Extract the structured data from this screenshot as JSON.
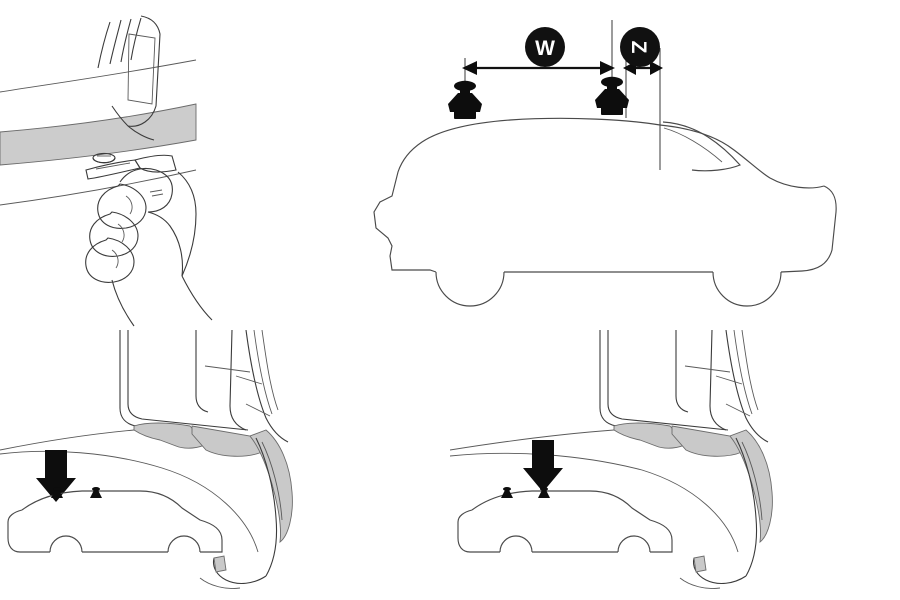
{
  "document": {
    "title": "Roof Rack Fitting Instruction Diagram",
    "background_color": "#ffffff",
    "line_color": "#3b3b3b",
    "shade_color": "#cccccc",
    "accent_color": "#0d0d0d"
  },
  "panels": [
    {
      "id": "tool-detail",
      "name": "door-jamb-tool-detail",
      "caption": "",
      "description": "Hand holding flat tool prying trim cover near door jamb fastener"
    },
    {
      "id": "measure",
      "name": "roof-measurement-diagram",
      "caption": "",
      "description": "Car side view with two roof feet and W and Z dimension callouts"
    },
    {
      "id": "front-position",
      "name": "front-foot-position-detail",
      "caption": "",
      "description": "Door jamb detail with small car icon, arrow pointing at front foot"
    },
    {
      "id": "rear-position",
      "name": "rear-foot-position-detail",
      "caption": "",
      "description": "Door jamb detail with small car icon, arrow pointing at rear foot"
    }
  ],
  "dimensions": {
    "w": {
      "label": "W",
      "badge_shape": "circle",
      "badge_color": "#111111",
      "text_color": "#ffffff",
      "rotation_deg": 0,
      "description": "Distance between front and rear roof feet"
    },
    "z": {
      "label": "Z",
      "badge_shape": "circle",
      "badge_color": "#111111",
      "text_color": "#ffffff",
      "rotation_deg": 90,
      "description": "Distance from rear foot to rear roof reference edge"
    }
  },
  "markers": {
    "front_arrow": {
      "name": "front-position-arrow",
      "direction": "down",
      "color": "#0d0d0d",
      "target": "front-foot"
    },
    "rear_arrow": {
      "name": "rear-position-arrow",
      "direction": "down",
      "color": "#0d0d0d",
      "target": "rear-foot"
    }
  },
  "roof_feet": [
    {
      "name": "front-roof-foot",
      "position": "front",
      "color": "#0d0d0d"
    },
    {
      "name": "rear-roof-foot",
      "position": "rear",
      "color": "#0d0d0d"
    }
  ]
}
